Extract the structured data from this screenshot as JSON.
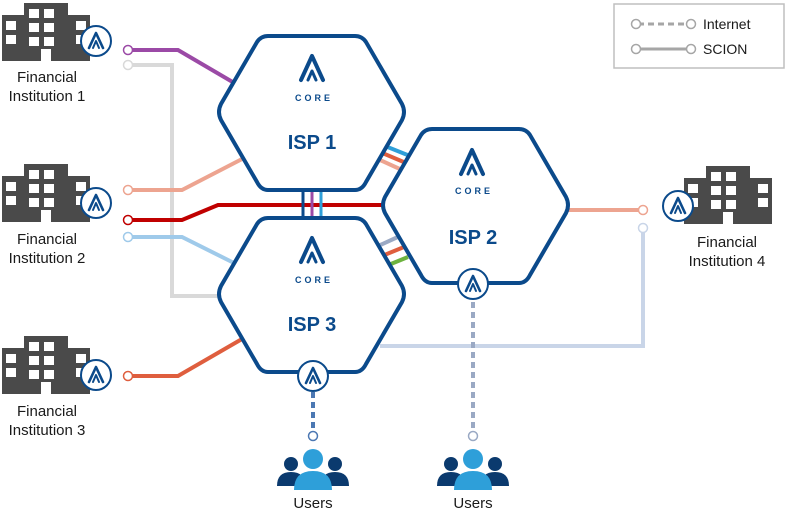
{
  "legend": {
    "internet_label": "Internet",
    "scion_label": "SCION"
  },
  "isps": [
    {
      "label": "ISP 1",
      "core_label": "CORE"
    },
    {
      "label": "ISP 2",
      "core_label": "CORE"
    },
    {
      "label": "ISP 3",
      "core_label": "CORE"
    }
  ],
  "institutions": [
    {
      "line1": "Financial",
      "line2": "Institution 1"
    },
    {
      "line1": "Financial",
      "line2": "Institution 2"
    },
    {
      "line1": "Financial",
      "line2": "Institution 3"
    },
    {
      "line1": "Financial",
      "line2": "Institution 4"
    }
  ],
  "users": [
    {
      "label": "Users"
    },
    {
      "label": "Users"
    }
  ],
  "colors": {
    "isp_stroke": "#0b4a8b",
    "building": "#4a4a4a",
    "purple": "#9b4aa6",
    "salmon": "#eda490",
    "red": "#c00000",
    "light_blue": "#9fcaea",
    "orange": "#df5e3e",
    "blue": "#2e9fd9",
    "green": "#6db33f",
    "internet_gray": "#d9d9d9",
    "slate": "#9aa9c4",
    "users_blue": "#2e9fd9",
    "users_dark": "#0b3a6e"
  }
}
